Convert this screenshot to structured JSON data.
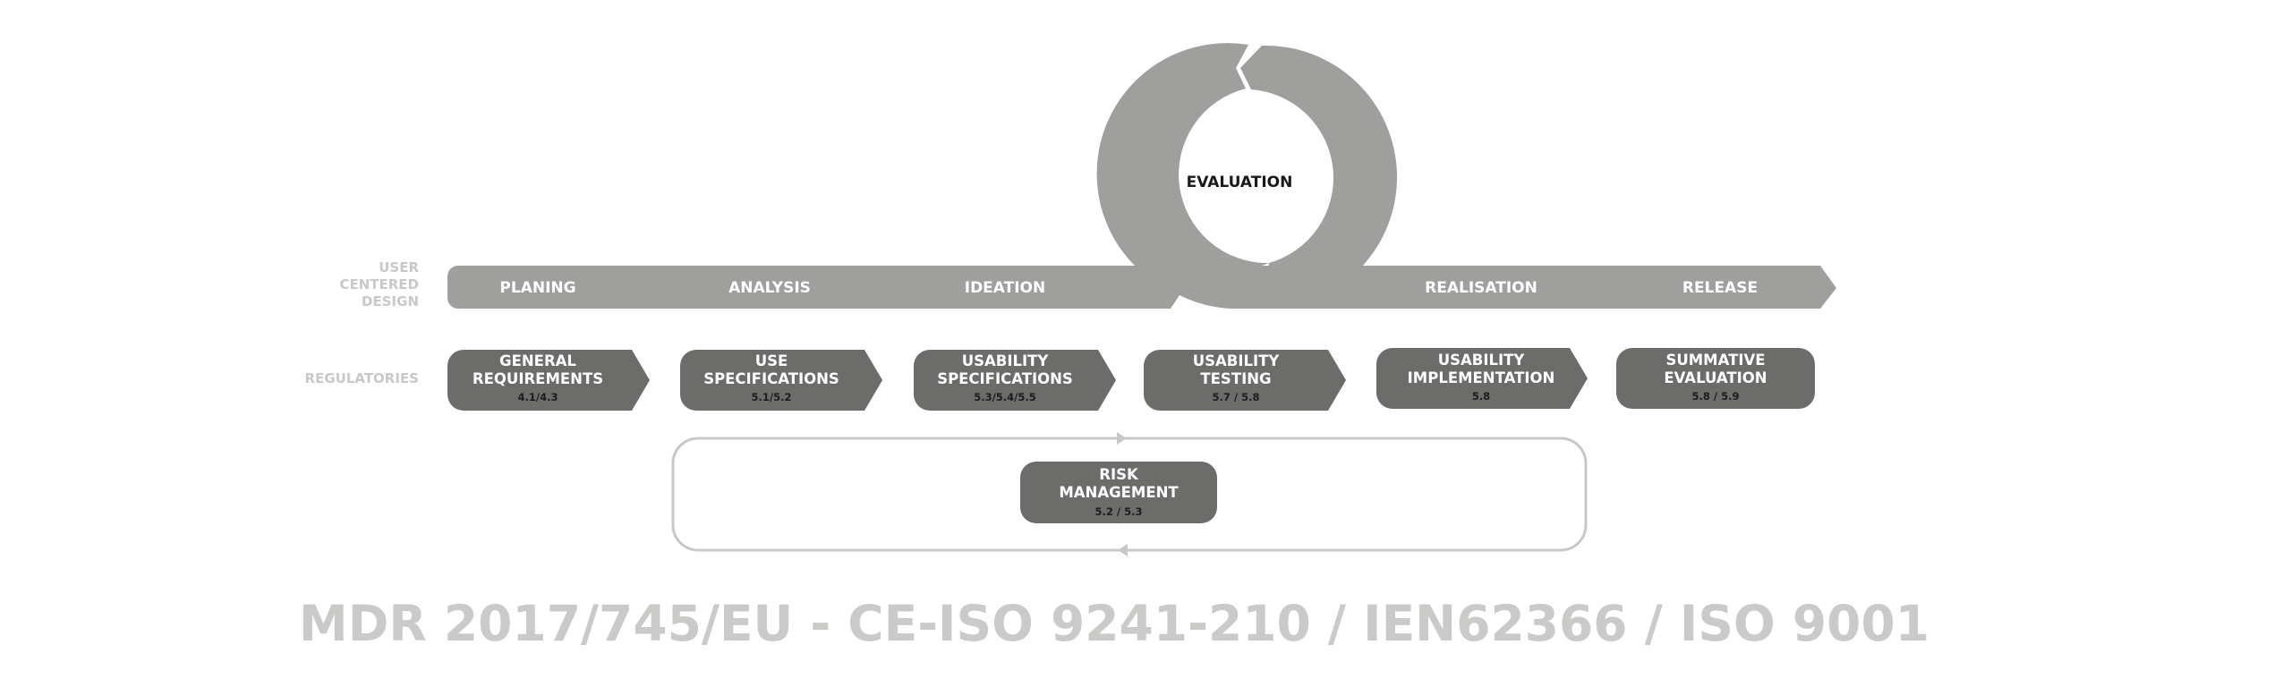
{
  "colors": {
    "band": "#9fa09d",
    "box": "#6c6c6b",
    "side_label": "#c9c9c7",
    "loop_outline": "#c8c8c6",
    "footer": "#cacac8"
  },
  "row_labels": {
    "ucd_line1": "USER",
    "ucd_line2": "CENTERED",
    "ucd_line3": "DESIGN",
    "regulatories": "REGULATORIES"
  },
  "phases": [
    "PLANING",
    "ANALYSIS",
    "IDEATION",
    "REALISATION",
    "RELEASE"
  ],
  "evaluation": "EVALUATION",
  "regulatory_steps": [
    {
      "line1": "GENERAL",
      "line2": "REQUIREMENTS",
      "ref": "4.1/4.3"
    },
    {
      "line1": "USE",
      "line2": "SPECIFICATIONS",
      "ref": "5.1/5.2"
    },
    {
      "line1": "USABILITY",
      "line2": "SPECIFICATIONS",
      "ref": "5.3/5.4/5.5"
    },
    {
      "line1": "USABILITY",
      "line2": "TESTING",
      "ref": "5.7 / 5.8"
    },
    {
      "line1": "USABILITY",
      "line2": "IMPLEMENTATION",
      "ref": "5.8"
    },
    {
      "line1": "SUMMATIVE",
      "line2": "EVALUATION",
      "ref": "5.8 / 5.9"
    }
  ],
  "risk": {
    "line1": "RISK",
    "line2": "MANAGEMENT",
    "ref": "5.2 / 5.3"
  },
  "footer": "MDR 2017/745/EU - CE-ISO 9241-210 / IEN62366 / ISO 9001"
}
